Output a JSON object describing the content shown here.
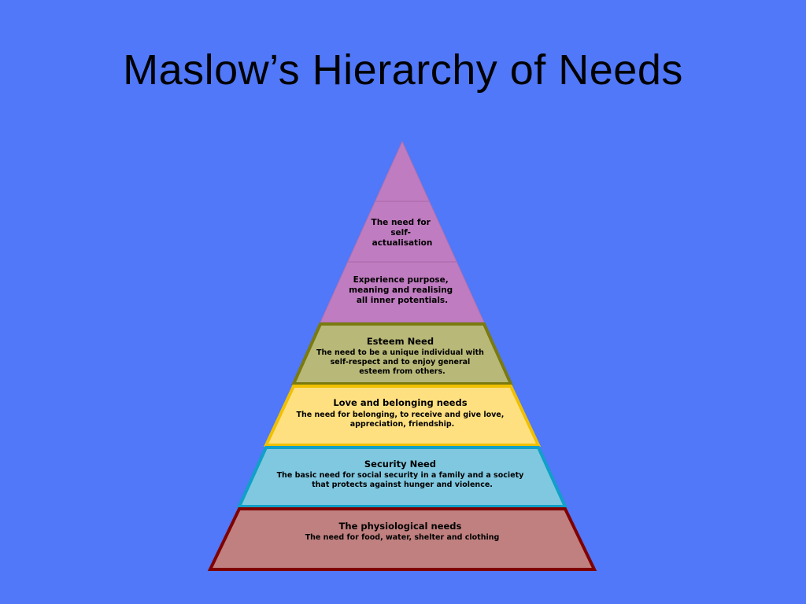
{
  "slide": {
    "title": "Maslow’s Hierarchy of Needs"
  },
  "pyramid": {
    "apex": {
      "lines_upper": [
        "The need for",
        "self-",
        "actualisation"
      ],
      "lines_lower": [
        "Experience purpose,",
        "meaning and realising",
        "all inner potentials."
      ],
      "fill": "#c07cc0"
    },
    "levels": [
      {
        "title": "Esteem Need",
        "desc": [
          "The need to be a unique individual with",
          "self-respect and to enjoy general",
          "esteem from others."
        ],
        "fill": "#b8b878",
        "stroke": "#7a7a10"
      },
      {
        "title": "Love and belonging needs",
        "desc": [
          "The need for belonging, to receive and give love,",
          "appreciation, friendship."
        ],
        "fill": "#ffe080",
        "stroke": "#f0c000"
      },
      {
        "title": "Security Need",
        "desc": [
          "The basic need for social security in a family and a society",
          "that protects against hunger and violence."
        ],
        "fill": "#80c8e0",
        "stroke": "#10a0c8"
      },
      {
        "title": "The physiological needs",
        "desc": [
          "The need for food, water, shelter and clothing"
        ],
        "fill": "#c08080",
        "stroke": "#800000"
      }
    ]
  }
}
